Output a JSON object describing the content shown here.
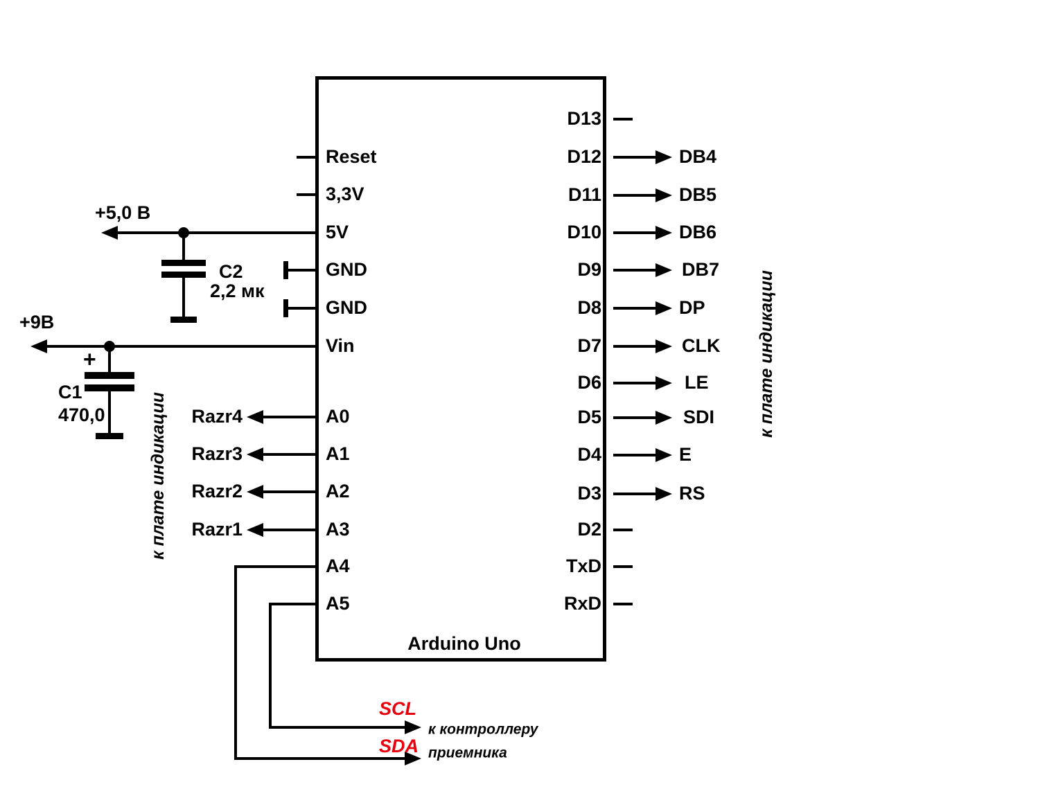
{
  "chip": {
    "label": "Arduino Uno"
  },
  "left_pins": [
    "Reset",
    "3,3V",
    "5V",
    "GND",
    "GND",
    "Vin",
    "A0",
    "A1",
    "A2",
    "A3",
    "A4",
    "A5"
  ],
  "right_pins": [
    "D13",
    "D12",
    "D11",
    "D10",
    "D9",
    "D8",
    "D7",
    "D6",
    "D5",
    "D4",
    "D3",
    "D2",
    "TxD",
    "RxD"
  ],
  "right_signals": [
    "DB4",
    "DB5",
    "DB6",
    "DB7",
    "DP",
    "CLK",
    "LE",
    "SDI",
    "E",
    "RS"
  ],
  "left_signals": [
    "Razr4",
    "Razr3",
    "Razr2",
    "Razr1"
  ],
  "power": {
    "plus5": "+5,0 В",
    "plus9": "+9В"
  },
  "caps": {
    "c2_name": "C2",
    "c2_value": "2,2 мк",
    "c1_name": "C1",
    "c1_value": "470,0",
    "c1_polarity": "+"
  },
  "i2c": {
    "scl": "SCL",
    "sda": "SDA",
    "dest_line1": "к контроллеру",
    "dest_line2": "приемника"
  },
  "notes": {
    "left": "к плате индикации",
    "right": "к плате индикации"
  },
  "colors": {
    "signal_red": "#e8000d",
    "line": "#000000"
  }
}
